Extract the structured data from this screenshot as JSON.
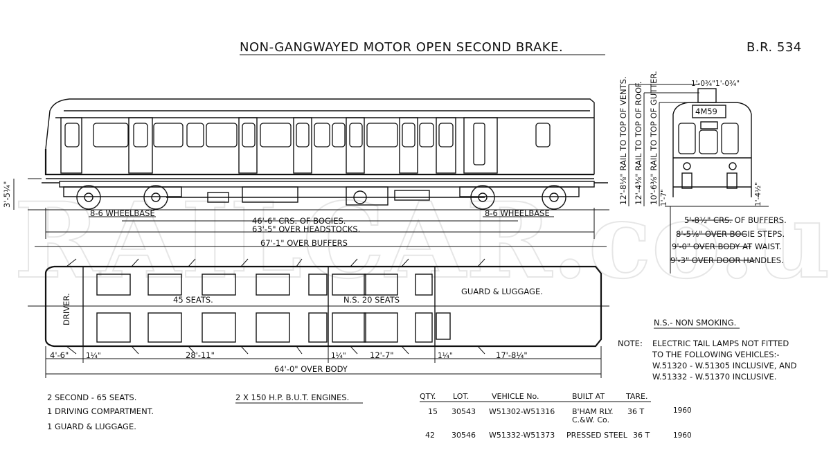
{
  "title": "NON-GANGWAYED MOTOR OPEN SECOND BRAKE.",
  "ref": "B.R. 534",
  "watermark": "RAILCAR.co.uk",
  "side_view": {
    "height_dim": "3'-5¼\"",
    "wheelbase_left": "8-6 WHEELBASE",
    "wheelbase_right": "8-6 WHEELBASE",
    "bogie_centres": "46'-6\" CRS. OF BOGIES.",
    "over_headstocks": "63'-5\" OVER HEADSTOCKS.",
    "over_buffers": "67'-1\" OVER BUFFERS"
  },
  "end_view": {
    "head_code": "4M59",
    "top_dims": "1'-0¾\"1'-0¾\"",
    "rail_vents": "12'-8⅛\" RAIL TO TOP OF VENTS.",
    "rail_roof": "12'-4⅜\" RAIL TO TOP OF ROOF.",
    "rail_gutter": "10'-6⅜\" RAIL TO TOP OF GUTTER.",
    "dim_1_7": "1'-7\"",
    "dim_1_4": "1'-4½\"",
    "crs_buffers": "5'-8½\" CRS. OF BUFFERS.",
    "bogie_steps": "8'-5⅛\" OVER BOGIE STEPS.",
    "body_waist": "9'-0\" OVER BODY AT WAIST.",
    "door_handles": "9'-3\" OVER DOOR HANDLES."
  },
  "plan_view": {
    "driver": "DRIVER.",
    "seats_45": "45 SEATS.",
    "ns_seats": "N.S. 20 SEATS",
    "guard": "GUARD & LUGGAGE.",
    "dim_4_6": "4'-6\"",
    "dim_1_a": "1¼\"",
    "dim_28_11": "28'-11\"",
    "dim_1_b": "1¼\"",
    "dim_12_7": "12'-7\"",
    "dim_1_c": "1¼\"",
    "dim_17_8": "17'-8¼\"",
    "over_body": "64'-0\" OVER BODY"
  },
  "legend": {
    "ns_note": "N.S.- NON SMOKING.",
    "note_label": "NOTE:",
    "note_lines": [
      "ELECTRIC TAIL LAMPS NOT FITTED",
      "TO THE FOLLOWING VEHICLES:-",
      "W.51320 - W.51305 INCLUSIVE, AND",
      "W.51332 - W.51370 INCLUSIVE."
    ]
  },
  "accommodation": [
    "2  SECOND - 65 SEATS.",
    "1  DRIVING COMPARTMENT.",
    "1  GUARD & LUGGAGE."
  ],
  "engines": "2 X 150 H.P. B.U.T. ENGINES.",
  "table": {
    "headers": [
      "QTY.",
      "LOT.",
      "VEHICLE No.",
      "BUILT AT",
      "TARE."
    ],
    "rows": [
      {
        "qty": "15",
        "lot": "30543",
        "vehicle": "W51302-W51316",
        "built": "B'HAM RLY.",
        "built2": "C.&W. Co.",
        "tare": "36 T",
        "year": "1960"
      },
      {
        "qty": "42",
        "lot": "30546",
        "vehicle": "W51332-W51373",
        "built": "PRESSED STEEL",
        "built2": "",
        "tare": "36 T",
        "year": "1960"
      }
    ]
  }
}
